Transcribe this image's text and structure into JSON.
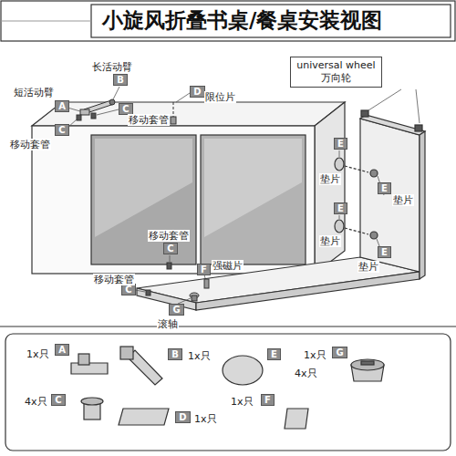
{
  "diagram": {
    "title": "小旋风折叠书桌/餐桌安装视图",
    "nodes": [
      {
        "text": [
          "universal wheel",
          "万向轮"
        ]
      },
      {
        "text": [
          "B"
        ]
      },
      {
        "text": [
          "A"
        ]
      },
      {
        "text": [
          "C"
        ]
      },
      {
        "text": [
          "C"
        ]
      },
      {
        "text": [
          "D"
        ]
      },
      {
        "text": [
          "E"
        ]
      },
      {
        "text": [
          "E"
        ]
      },
      {
        "text": [
          "E"
        ]
      },
      {
        "text": [
          "E"
        ]
      },
      {
        "text": [
          "C"
        ]
      },
      {
        "text": [
          "F"
        ]
      },
      {
        "text": [
          "C"
        ]
      },
      {
        "text": [
          "G"
        ]
      },
      {
        "text": [
          "A"
        ]
      },
      {
        "text": [
          "B"
        ]
      },
      {
        "text": [
          "G"
        ]
      },
      {
        "text": [
          "E"
        ]
      },
      {
        "text": [
          "C"
        ]
      },
      {
        "text": [
          "D"
        ]
      },
      {
        "text": [
          "F"
        ]
      }
    ],
    "edges": [],
    "labels": [
      "长活动臂",
      "短活动臂",
      "移动套管",
      "移动套管",
      "限位片",
      "垫片",
      "垫片",
      "垫片",
      "垫片",
      "移动套管",
      "移动套管",
      "强磁片",
      "滚轴",
      "1x只",
      "1x只",
      "4x只",
      "1x只",
      "4x只",
      "1x只",
      "1x只"
    ]
  }
}
